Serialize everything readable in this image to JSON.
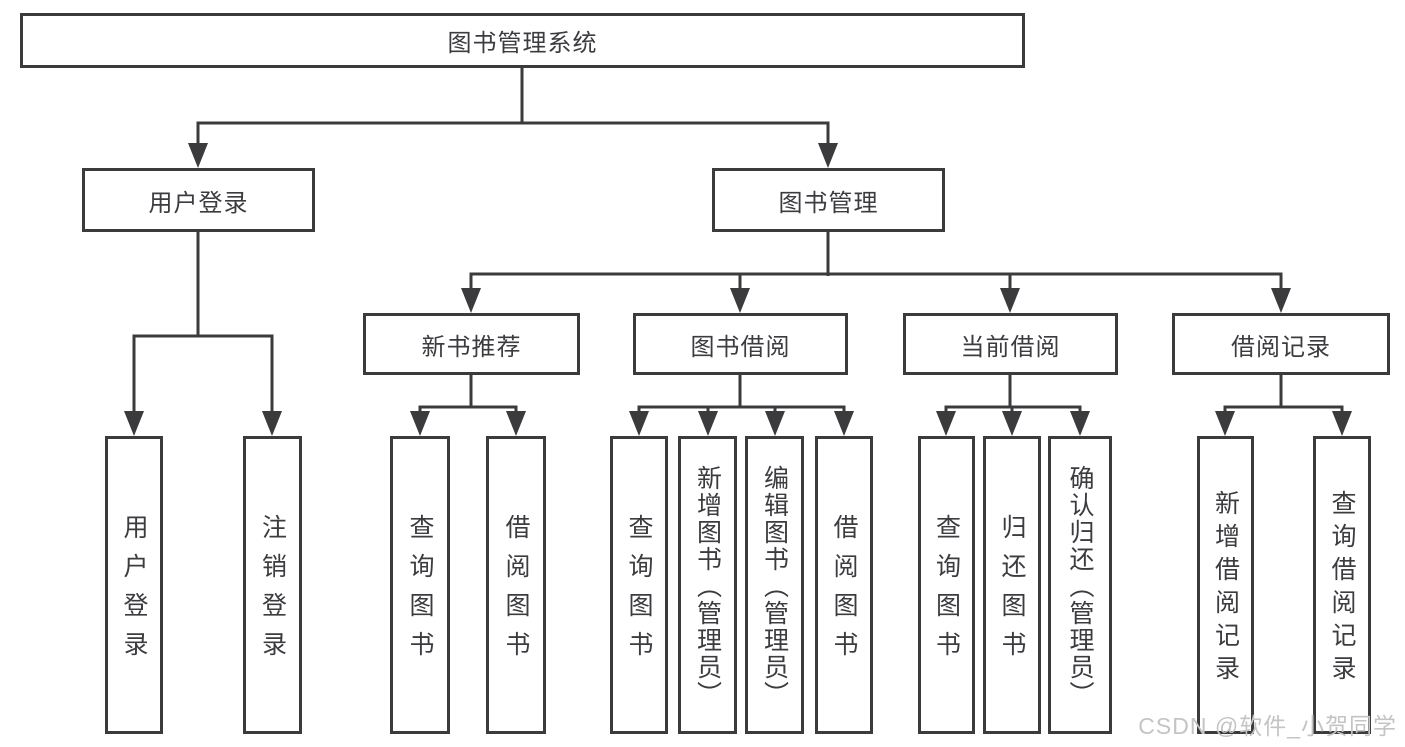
{
  "nodes": {
    "root": "图书管理系统",
    "user_login": "用户登录",
    "book_mgmt": "图书管理",
    "login_leaf": "用户登录",
    "logout_leaf": "注销登录",
    "new_book_rec": "新书推荐",
    "book_borrow": "图书借阅",
    "current_borrow": "当前借阅",
    "borrow_records": "借阅记录",
    "nbr_query": "查询图书",
    "nbr_borrow": "借阅图书",
    "bb_query": "查询图书",
    "bb_add": "新增图书（管理员）",
    "bb_edit": "编辑图书（管理员）",
    "bb_borrow": "借阅图书",
    "cb_query": "查询图书",
    "cb_return": "归还图书",
    "cb_confirm": "确认归还（管理员）",
    "br_add": "新增借阅记录",
    "br_query": "查询借阅记录"
  },
  "watermark": "CSDN @软件_小贺同学",
  "colors": {
    "line": "#3b3b3d",
    "text": "#3c3c40",
    "watermark": "#c4c4c4",
    "background": "#ffffff"
  }
}
